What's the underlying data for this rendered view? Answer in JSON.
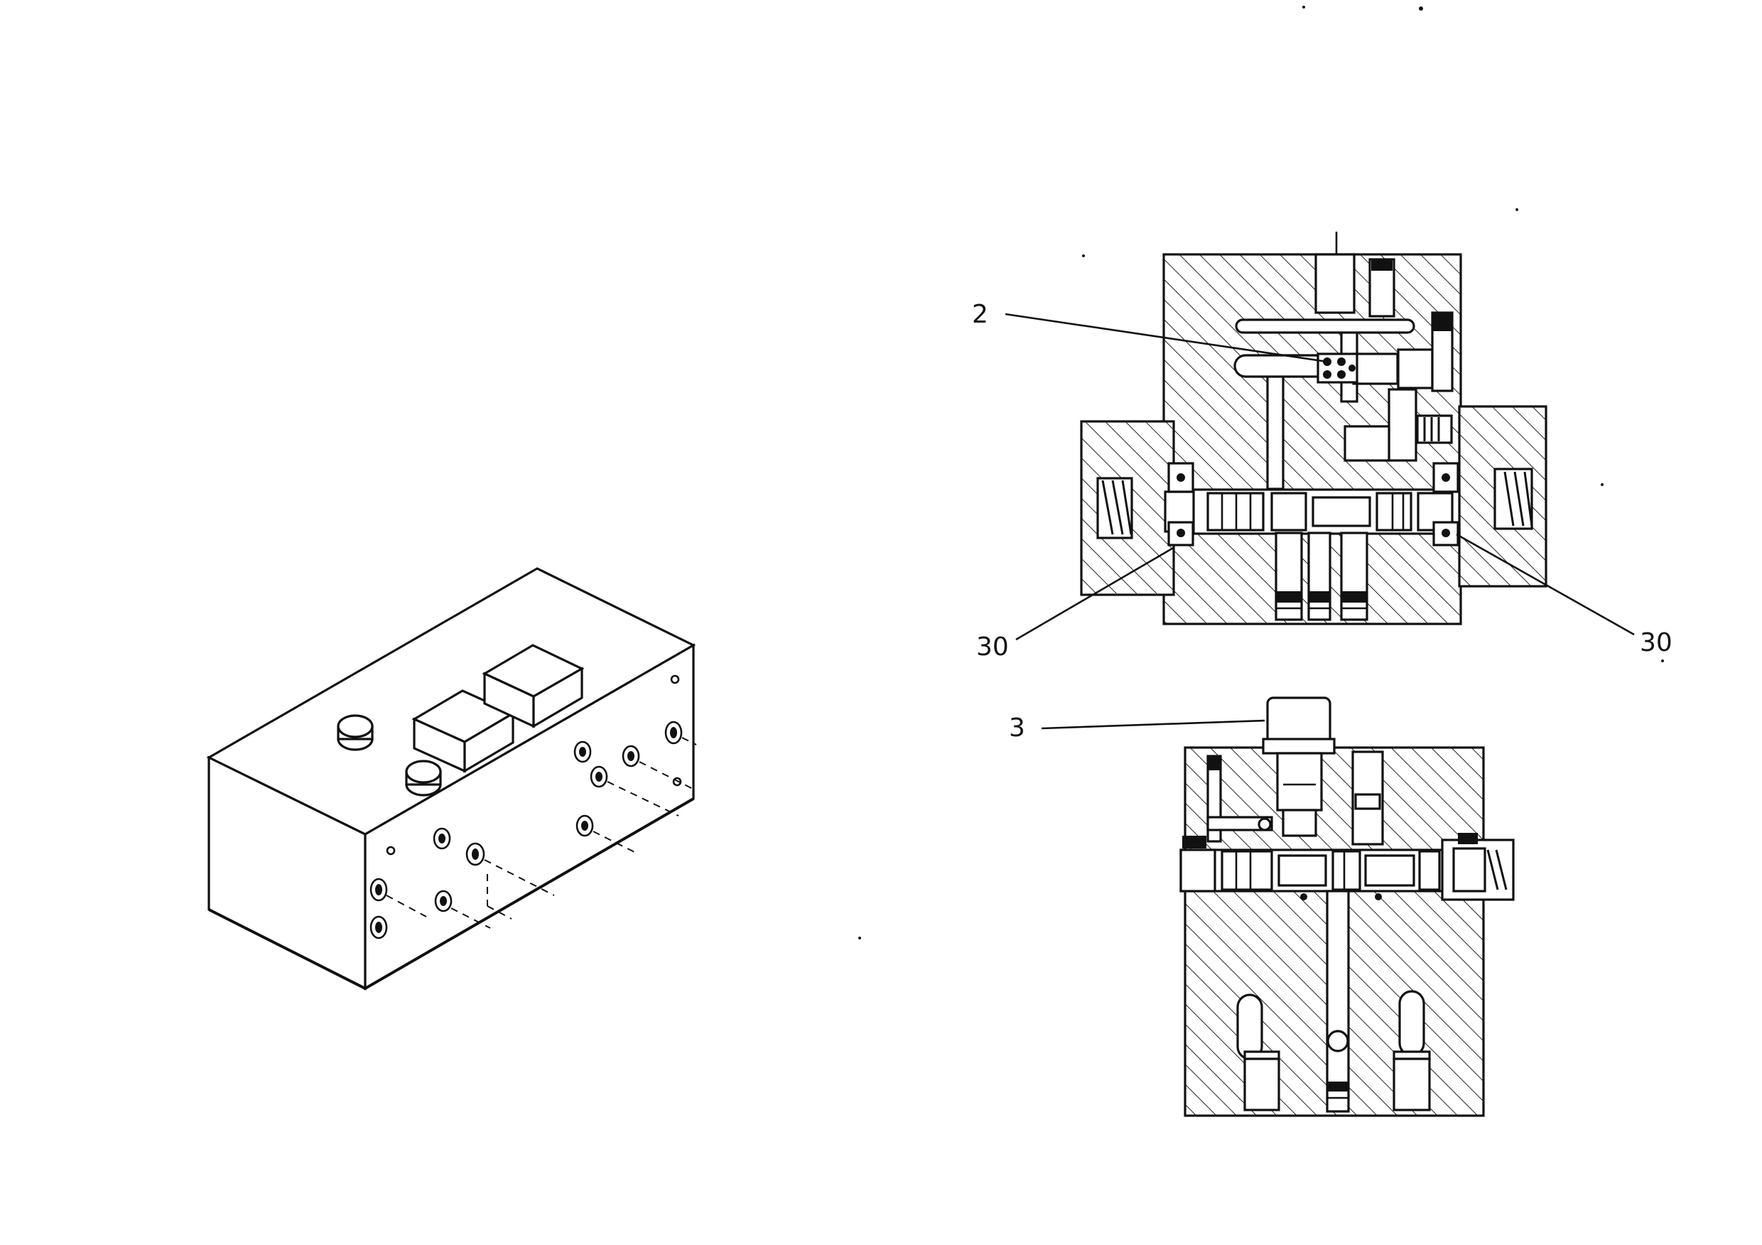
{
  "diagram": {
    "callouts": [
      {
        "id": "c2",
        "label": "2"
      },
      {
        "id": "c30a",
        "label": "30"
      },
      {
        "id": "c30b",
        "label": "30"
      },
      {
        "id": "c3",
        "label": "3"
      }
    ]
  }
}
